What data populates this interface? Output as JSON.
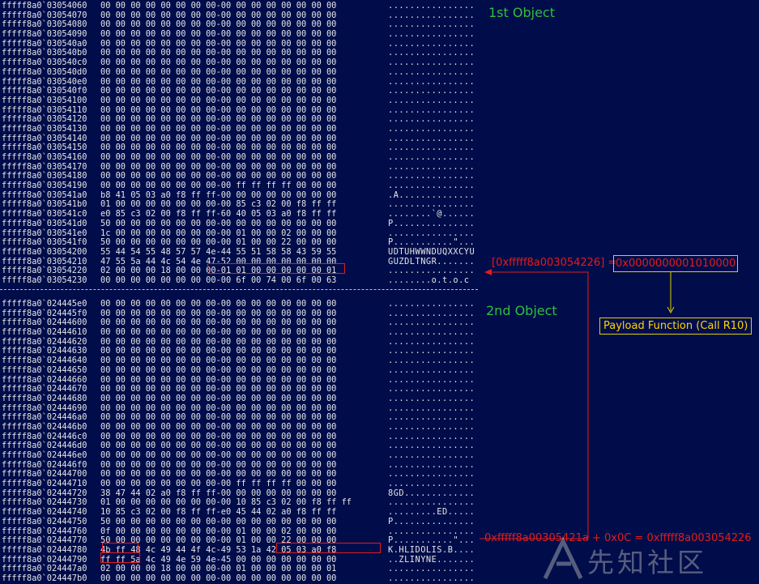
{
  "labels": {
    "first_object": "1st Object",
    "second_object": "2nd Object",
    "address_expression": "[0xfffff8a003054226] = ",
    "value": "0x0000000001010000",
    "payload_function": "Payload Function (Call R10)",
    "calculation": "0xfffff8a00305421a + 0x0C = 0xfffff8a003054226",
    "watermark": "先知社区"
  },
  "colors": {
    "background": "#000d4a",
    "memory_text": "#e6e6e6",
    "object_label": "#2fbf3f",
    "highlight_red": "#e21c1c",
    "annotation_yellow": "#ffd400",
    "separator_yellow": "#d8d800"
  },
  "icons": {
    "watermark_logo": "slanted-a-logo-icon"
  },
  "memory_block_1": [
    {
      "addr": "fffff8a0`03054060",
      "hex": "00 00 00 00 00 00 00 00-00 00 00 00 00 00 00 00",
      "ascii": "................"
    },
    {
      "addr": "fffff8a0`03054070",
      "hex": "00 00 00 00 00 00 00 00-00 00 00 00 00 00 00 00",
      "ascii": "................"
    },
    {
      "addr": "fffff8a0`03054080",
      "hex": "00 00 00 00 00 00 00 00-00 00 00 00 00 00 00 00",
      "ascii": "................"
    },
    {
      "addr": "fffff8a0`03054090",
      "hex": "00 00 00 00 00 00 00 00-00 00 00 00 00 00 00 00",
      "ascii": "................"
    },
    {
      "addr": "fffff8a0`030540a0",
      "hex": "00 00 00 00 00 00 00 00-00 00 00 00 00 00 00 00",
      "ascii": "................"
    },
    {
      "addr": "fffff8a0`030540b0",
      "hex": "00 00 00 00 00 00 00 00-00 00 00 00 00 00 00 00",
      "ascii": "................"
    },
    {
      "addr": "fffff8a0`030540c0",
      "hex": "00 00 00 00 00 00 00 00-00 00 00 00 00 00 00 00",
      "ascii": "................"
    },
    {
      "addr": "fffff8a0`030540d0",
      "hex": "00 00 00 00 00 00 00 00-00 00 00 00 00 00 00 00",
      "ascii": "................"
    },
    {
      "addr": "fffff8a0`030540e0",
      "hex": "00 00 00 00 00 00 00 00-00 00 00 00 00 00 00 00",
      "ascii": "................"
    },
    {
      "addr": "fffff8a0`030540f0",
      "hex": "00 00 00 00 00 00 00 00-00 00 00 00 00 00 00 00",
      "ascii": "................"
    },
    {
      "addr": "fffff8a0`03054100",
      "hex": "00 00 00 00 00 00 00 00-00 00 00 00 00 00 00 00",
      "ascii": "................"
    },
    {
      "addr": "fffff8a0`03054110",
      "hex": "00 00 00 00 00 00 00 00-00 00 00 00 00 00 00 00",
      "ascii": "................"
    },
    {
      "addr": "fffff8a0`03054120",
      "hex": "00 00 00 00 00 00 00 00-00 00 00 00 00 00 00 00",
      "ascii": "................"
    },
    {
      "addr": "fffff8a0`03054130",
      "hex": "00 00 00 00 00 00 00 00-00 00 00 00 00 00 00 00",
      "ascii": "................"
    },
    {
      "addr": "fffff8a0`03054140",
      "hex": "00 00 00 00 00 00 00 00-00 00 00 00 00 00 00 00",
      "ascii": "................"
    },
    {
      "addr": "fffff8a0`03054150",
      "hex": "00 00 00 00 00 00 00 00-00 00 00 00 00 00 00 00",
      "ascii": "................"
    },
    {
      "addr": "fffff8a0`03054160",
      "hex": "00 00 00 00 00 00 00 00-00 00 00 00 00 00 00 00",
      "ascii": "................"
    },
    {
      "addr": "fffff8a0`03054170",
      "hex": "00 00 00 00 00 00 00 00-00 00 00 00 00 00 00 00",
      "ascii": "................"
    },
    {
      "addr": "fffff8a0`03054180",
      "hex": "00 00 00 00 00 00 00 00-00 00 00 00 00 00 00 00",
      "ascii": "................"
    },
    {
      "addr": "fffff8a0`03054190",
      "hex": "00 00 00 00 00 00 00 00-00 ff ff ff ff 00 00 00",
      "ascii": "................"
    },
    {
      "addr": "fffff8a0`030541a0",
      "hex": "b8 41 05 03 a0 f8 ff ff-00 00 00 00 00 00 00 00",
      "ascii": ".A.............."
    },
    {
      "addr": "fffff8a0`030541b0",
      "hex": "01 00 00 00 00 00 00 00-00 85 c3 02 00 f8 ff ff",
      "ascii": "................"
    },
    {
      "addr": "fffff8a0`030541c0",
      "hex": "e0 85 c3 02 00 f8 ff ff-60 40 05 03 a0 f8 ff ff",
      "ascii": "........`@......"
    },
    {
      "addr": "fffff8a0`030541d0",
      "hex": "50 00 00 00 00 00 00 00-00 00 00 00 00 00 00 00",
      "ascii": "P..............."
    },
    {
      "addr": "fffff8a0`030541e0",
      "hex": "1c 00 00 00 00 00 00 00-00 01 00 00 02 00 00 00",
      "ascii": "................"
    },
    {
      "addr": "fffff8a0`030541f0",
      "hex": "50 00 00 00 00 00 00 00-00 01 00 00 22 00 00 00",
      "ascii": "P...........\"..."
    },
    {
      "addr": "fffff8a0`03054200",
      "hex": "55 44 54 55 48 57 57 4e-44 55 51 58 58 43 59 55",
      "ascii": "UDTUHWWNDUQXXCYU"
    },
    {
      "addr": "fffff8a0`03054210",
      "hex": "47 55 5a 44 4c 54 4e 47-52 00 00 00 00 00 00 00",
      "ascii": "GUZDLTNGR......."
    },
    {
      "addr": "fffff8a0`03054220",
      "hex": "02 00 00 00 18 00 00 00-01 01 00 00 00 00 00 01",
      "ascii": "................"
    },
    {
      "addr": "fffff8a0`03054230",
      "hex": "00 00 00 00 00 00 00 00-00 6f 00 74 00 6f 00 63",
      "ascii": "........o.t.o.c"
    }
  ],
  "memory_block_2": [
    {
      "addr": "fffff8a0`024445e0",
      "hex": "00 00 00 00 00 00 00 00-00 00 00 00 00 00 00 00",
      "ascii": "................"
    },
    {
      "addr": "fffff8a0`024445f0",
      "hex": "00 00 00 00 00 00 00 00-00 00 00 00 00 00 00 00",
      "ascii": "................"
    },
    {
      "addr": "fffff8a0`02444600",
      "hex": "00 00 00 00 00 00 00 00-00 00 00 00 00 00 00 00",
      "ascii": "................"
    },
    {
      "addr": "fffff8a0`02444610",
      "hex": "00 00 00 00 00 00 00 00-00 00 00 00 00 00 00 00",
      "ascii": "................"
    },
    {
      "addr": "fffff8a0`02444620",
      "hex": "00 00 00 00 00 00 00 00-00 00 00 00 00 00 00 00",
      "ascii": "................"
    },
    {
      "addr": "fffff8a0`02444630",
      "hex": "00 00 00 00 00 00 00 00-00 00 00 00 00 00 00 00",
      "ascii": "................"
    },
    {
      "addr": "fffff8a0`02444640",
      "hex": "00 00 00 00 00 00 00 00-00 00 00 00 00 00 00 00",
      "ascii": "................"
    },
    {
      "addr": "fffff8a0`02444650",
      "hex": "00 00 00 00 00 00 00 00-00 00 00 00 00 00 00 00",
      "ascii": "................"
    },
    {
      "addr": "fffff8a0`02444660",
      "hex": "00 00 00 00 00 00 00 00-00 00 00 00 00 00 00 00",
      "ascii": "................"
    },
    {
      "addr": "fffff8a0`02444670",
      "hex": "00 00 00 00 00 00 00 00-00 00 00 00 00 00 00 00",
      "ascii": "................"
    },
    {
      "addr": "fffff8a0`02444680",
      "hex": "00 00 00 00 00 00 00 00-00 00 00 00 00 00 00 00",
      "ascii": "................"
    },
    {
      "addr": "fffff8a0`02444690",
      "hex": "00 00 00 00 00 00 00 00-00 00 00 00 00 00 00 00",
      "ascii": "................"
    },
    {
      "addr": "fffff8a0`024446a0",
      "hex": "00 00 00 00 00 00 00 00-00 00 00 00 00 00 00 00",
      "ascii": "................"
    },
    {
      "addr": "fffff8a0`024446b0",
      "hex": "00 00 00 00 00 00 00 00-00 00 00 00 00 00 00 00",
      "ascii": "................"
    },
    {
      "addr": "fffff8a0`024446c0",
      "hex": "00 00 00 00 00 00 00 00-00 00 00 00 00 00 00 00",
      "ascii": "................"
    },
    {
      "addr": "fffff8a0`024446d0",
      "hex": "00 00 00 00 00 00 00 00-00 00 00 00 00 00 00 00",
      "ascii": "................"
    },
    {
      "addr": "fffff8a0`024446e0",
      "hex": "00 00 00 00 00 00 00 00-00 00 00 00 00 00 00 00",
      "ascii": "................"
    },
    {
      "addr": "fffff8a0`024446f0",
      "hex": "00 00 00 00 00 00 00 00-00 00 00 00 00 00 00 00",
      "ascii": "................"
    },
    {
      "addr": "fffff8a0`02444700",
      "hex": "00 00 00 00 00 00 00 00-00 00 00 00 00 00 00 00",
      "ascii": "................"
    },
    {
      "addr": "fffff8a0`02444710",
      "hex": "00 00 00 00 00 00 00 00-00 ff ff ff ff 00 00 00",
      "ascii": "................"
    },
    {
      "addr": "fffff8a0`02444720",
      "hex": "38 47 44 02 a0 f8 ff ff-00 00 00 00 00 00 00 00",
      "ascii": "8GD............."
    },
    {
      "addr": "fffff8a0`02444730",
      "hex": "01 00 00 00 00 00 00 00-00 10 85 c3 02 00 f8 ff ff",
      "ascii": "................"
    },
    {
      "addr": "fffff8a0`02444740",
      "hex": "10 85 c3 02 00 f8 ff ff-e0 45 44 02 a0 f8 ff ff",
      "ascii": ".........ED....."
    },
    {
      "addr": "fffff8a0`02444750",
      "hex": "50 00 00 00 00 00 00 00-00 00 00 00 00 00 00 00",
      "ascii": "P..............."
    },
    {
      "addr": "fffff8a0`02444760",
      "hex": "0f 00 00 00 00 00 00 00-00 01 00 00 02 00 00 00",
      "ascii": "................"
    },
    {
      "addr": "fffff8a0`02444770",
      "hex": "50 00 00 00 00 00 00 00-00 01 00 00 22 00 00 00",
      "ascii": "P...........\"..."
    },
    {
      "addr": "fffff8a0`02444780",
      "hex": "4b ff 48 4c 49 44 4f 4c-49 53 1a 42 05 03 a0 f8",
      "ascii": "K.HLIDOLIS.B...."
    },
    {
      "addr": "fffff8a0`02444790",
      "hex": "ff ff 5a 4c 49 4e 59 4e-45 00 00 00 00 00 00 00",
      "ascii": "..ZLINYNE......."
    },
    {
      "addr": "fffff8a0`024447a0",
      "hex": "02 00 00 00 18 00 00 00-00 01 00 00 00 00 00 01",
      "ascii": "................"
    },
    {
      "addr": "fffff8a0`024447b0",
      "hex": "00 00 00 00 00 00 00 00-00 00 00 00 00 00 00 00",
      "ascii": "................"
    }
  ]
}
